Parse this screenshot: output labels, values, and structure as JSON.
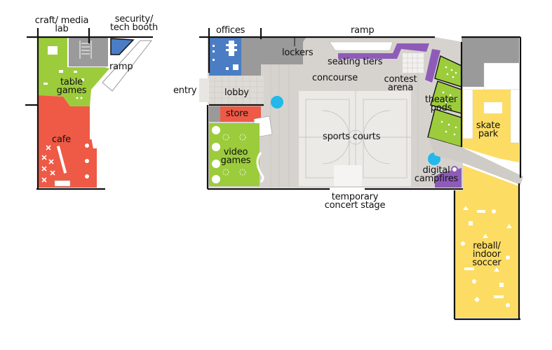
{
  "plan": {
    "title": "Floor plan",
    "colors": {
      "green": "#9ccc3c",
      "red": "#ee5a45",
      "blue": "#4a7dc4",
      "gray": "#9a9a9a",
      "concourse": "#d6d3cf",
      "purple": "#8e5cb8",
      "yellow": "#fcdc63",
      "campfire": "#22b8ea",
      "wall": "#111111"
    },
    "left_wing": {
      "labels": {
        "craft_media_lab": [
          "craft/ media",
          "lab"
        ],
        "security_tech_booth": [
          "security/",
          "tech booth"
        ],
        "ramp": "ramp",
        "table_games": [
          "table",
          "games"
        ],
        "cafe": "cafe"
      }
    },
    "main": {
      "labels": {
        "offices": "offices",
        "ramp": "ramp",
        "lockers": "lockers",
        "seating_tiers": "seating tiers",
        "entry": "entry",
        "lobby": "lobby",
        "concourse": "concourse",
        "contest_arena": [
          "contest",
          "arena"
        ],
        "theater_pods": [
          "theater",
          "pods"
        ],
        "store": "store",
        "skate_park": [
          "skate",
          "park"
        ],
        "sports_courts": "sports courts",
        "video_games": [
          "video",
          "games"
        ],
        "digital_campfires": [
          "digital",
          "campfires"
        ],
        "temporary_concert_stage": [
          "temporary",
          "concert stage"
        ],
        "reball_indoor_soccer": [
          "reball/",
          "indoor",
          "soccer"
        ]
      }
    }
  }
}
